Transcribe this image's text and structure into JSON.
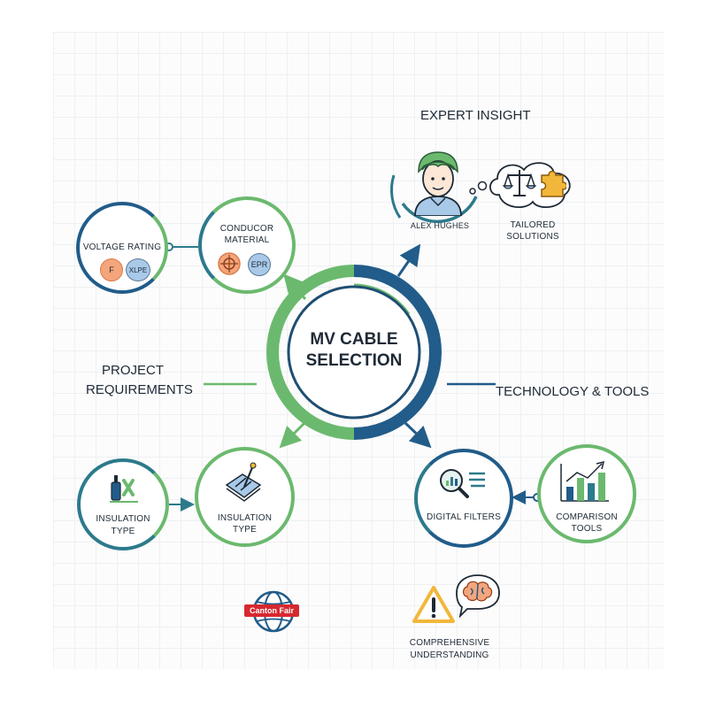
{
  "center": {
    "title_line1": "MV CABLE",
    "title_line2": "SELECTION"
  },
  "sections": {
    "expert_insight": "EXPERT INSIGHT",
    "project_requirements_line1": "PROJECT",
    "project_requirements_line2": "REQUIREMENTS",
    "technology_tools": "TECHNOLOGY & TOOLS"
  },
  "nodes": {
    "voltage_rating": {
      "label": "VOLTAGE RATING",
      "chip1": "F",
      "chip2": "XLPE"
    },
    "conductor_material": {
      "label_line1": "CONDUCOR",
      "label_line2": "MATERIAL",
      "chip": "EPR"
    },
    "expert": {
      "label": "ALEX HUGHES"
    },
    "tailored": {
      "label_line1": "TAILORED",
      "label_line2": "SOLUTIONS"
    },
    "insulation_left": {
      "label_line1": "INSULATION",
      "label_line2": "TYPE"
    },
    "insulation_right": {
      "label_line1": "INSULATION",
      "label_line2": "TYPE"
    },
    "digital_filters": {
      "label": "DIGITAL FILTERS"
    },
    "comparison_tools": {
      "label_line1": "COMPARISON",
      "label_line2": "TOOLS"
    },
    "canton": {
      "badge": "Canton Fair"
    },
    "comprehensive": {
      "label_line1": "COMPREHENSIVE",
      "label_line2": "UNDERSTANDING"
    }
  },
  "colors": {
    "teal": "#2c7a8c",
    "green": "#6bb96e",
    "navy": "#215c8a",
    "dark": "#1e2a36"
  }
}
